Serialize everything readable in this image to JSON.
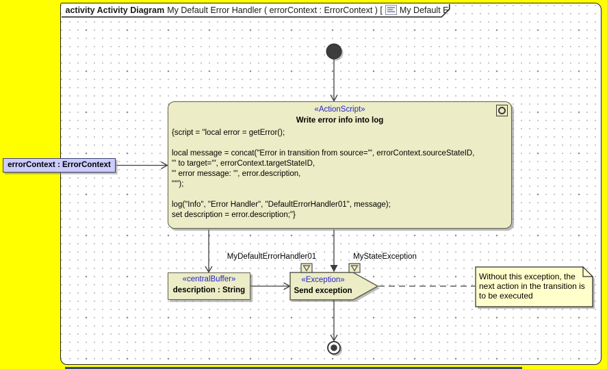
{
  "frame": {
    "keyword": "activity Activity Diagram",
    "title": "My Default Error Handler ( errorContext : ErrorContext ) [",
    "context_ref": "My Default Error Handler ]"
  },
  "action": {
    "stereotype": "«ActionScript»",
    "name": "Write error info into log",
    "script_lines": [
      "{script = \"local error = getError();",
      "",
      "local message = concat(\"Error in transition from source='\", errorContext.sourceStateID,",
      "\"' to target='\", errorContext.targetStateID,",
      "\"' error message: '\", error.description,",
      "\"'\");",
      "",
      "log(\"Info\", \"Error Handler\", \"DefaultErrorHandler01\", message);",
      "set description = error.description;\"}"
    ]
  },
  "parameter": {
    "label": "errorContext : ErrorContext"
  },
  "central_buffer": {
    "stereotype": "«centralBuffer»",
    "name": "description : String"
  },
  "send_exception": {
    "stereotype": "«Exception»",
    "name": "Send exception"
  },
  "pin_labels": {
    "left": "MyDefaultErrorHandler01",
    "right": "MyStateException"
  },
  "note": {
    "text": "Without this exception, the next action in the transition is to be executed"
  },
  "icons": {
    "diagram_context_icon": "activity-diagram-thumbnail",
    "action_script_icon": "gear-ring"
  },
  "colors": {
    "canvas_yellow": "#FFFF00",
    "node_fill": "#ECECC6",
    "node_border": "#5F5F4D",
    "note_fill": "#FFFFCC",
    "parameter_fill": "#CCCCFF",
    "stereotype_text": "#2323CC",
    "window_edge": "#3A4A6E"
  }
}
